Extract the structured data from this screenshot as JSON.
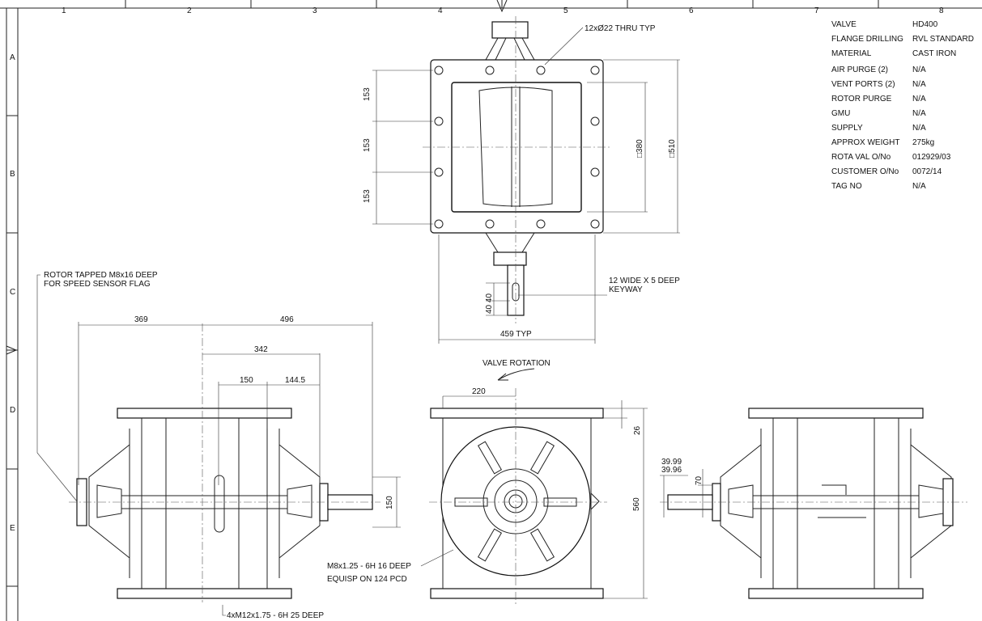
{
  "frame": {
    "columns": [
      "1",
      "2",
      "3",
      "4",
      "5",
      "6",
      "7",
      "8"
    ],
    "rows": [
      "A",
      "B",
      "C",
      "D",
      "E"
    ]
  },
  "spec_table": [
    {
      "label": "VALVE",
      "value": "HD400"
    },
    {
      "label": "FLANGE DRILLING",
      "value": "RVL STANDARD"
    },
    {
      "label": "MATERIAL",
      "value": "CAST IRON"
    },
    {
      "label": "AIR PURGE (2)",
      "value": "N/A"
    },
    {
      "label": "VENT PORTS (2)",
      "value": "N/A"
    },
    {
      "label": "ROTOR PURGE",
      "value": "N/A"
    },
    {
      "label": "GMU",
      "value": "N/A"
    },
    {
      "label": "SUPPLY",
      "value": "N/A"
    },
    {
      "label": "APPROX WEIGHT",
      "value": "275kg"
    },
    {
      "label": "ROTA VAL O/No",
      "value": "012929/03"
    },
    {
      "label": "CUSTOMER O/No",
      "value": "0072/14"
    },
    {
      "label": "TAG NO",
      "value": "N/A"
    }
  ],
  "top_view": {
    "holes_note": "12xØ22 THRU TYP",
    "pitch_1": "153",
    "pitch_2": "153",
    "pitch_3": "153",
    "opening": "□380",
    "flange": "□510",
    "keyway_1": "12 WIDE X 5 DEEP",
    "keyway_2": "KEYWAY",
    "key_dim": "40 40",
    "width_typ": "459 TYP"
  },
  "side_view_left": {
    "note_1": "ROTOR TAPPED M8x16 DEEP",
    "note_2": "FOR SPEED SENSOR FLAG",
    "d369": "369",
    "d496": "496",
    "d342": "342",
    "d150": "150",
    "d144": "144.5",
    "d150v": "150",
    "bottom_note": "4xM12x1.75 - 6H 25 DEEP"
  },
  "end_view": {
    "rotation": "VALVE ROTATION",
    "d220": "220",
    "d26": "26",
    "d560": "560",
    "note_1": "M8x1.25 - 6H 16 DEEP",
    "note_2": "EQUISP ON 124 PCD"
  },
  "side_view_right": {
    "shaft_max": "39.99",
    "shaft_min": "39.96",
    "d70": "70"
  }
}
